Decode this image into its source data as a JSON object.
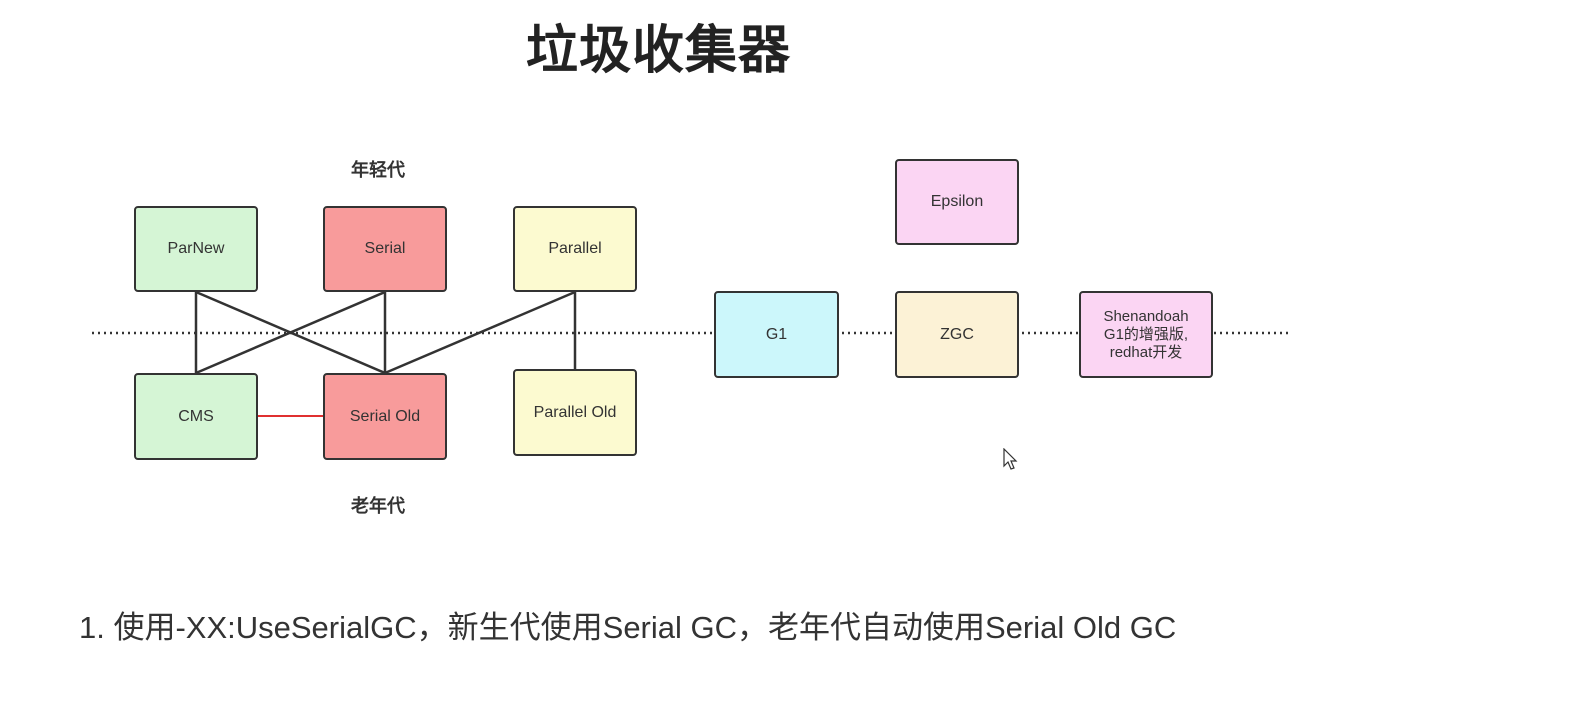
{
  "title": "垃圾收集器",
  "labels": {
    "young": "年轻代",
    "old": "老年代"
  },
  "nodes": {
    "parnew": "ParNew",
    "serial": "Serial",
    "parallel": "Parallel",
    "cms": "CMS",
    "serial_old": "Serial Old",
    "parallel_old": "Parallel Old",
    "g1": "G1",
    "zgc": "ZGC",
    "epsilon": "Epsilon",
    "shenandoah": "Shenandoah\nG1的增强版,\nredhat开发"
  },
  "colors": {
    "green": "#d5f5d5",
    "red": "#f89b9b",
    "yellow": "#fcfad0",
    "cyan": "#ccf7fb",
    "pink": "#fbd5f3",
    "cream": "#fcf2d6",
    "line": "#333333",
    "accent_line": "#e03030"
  },
  "footer": "1. 使用-XX:UseSerialGC，新生代使用Serial GC，老年代自动使用Serial Old GC"
}
